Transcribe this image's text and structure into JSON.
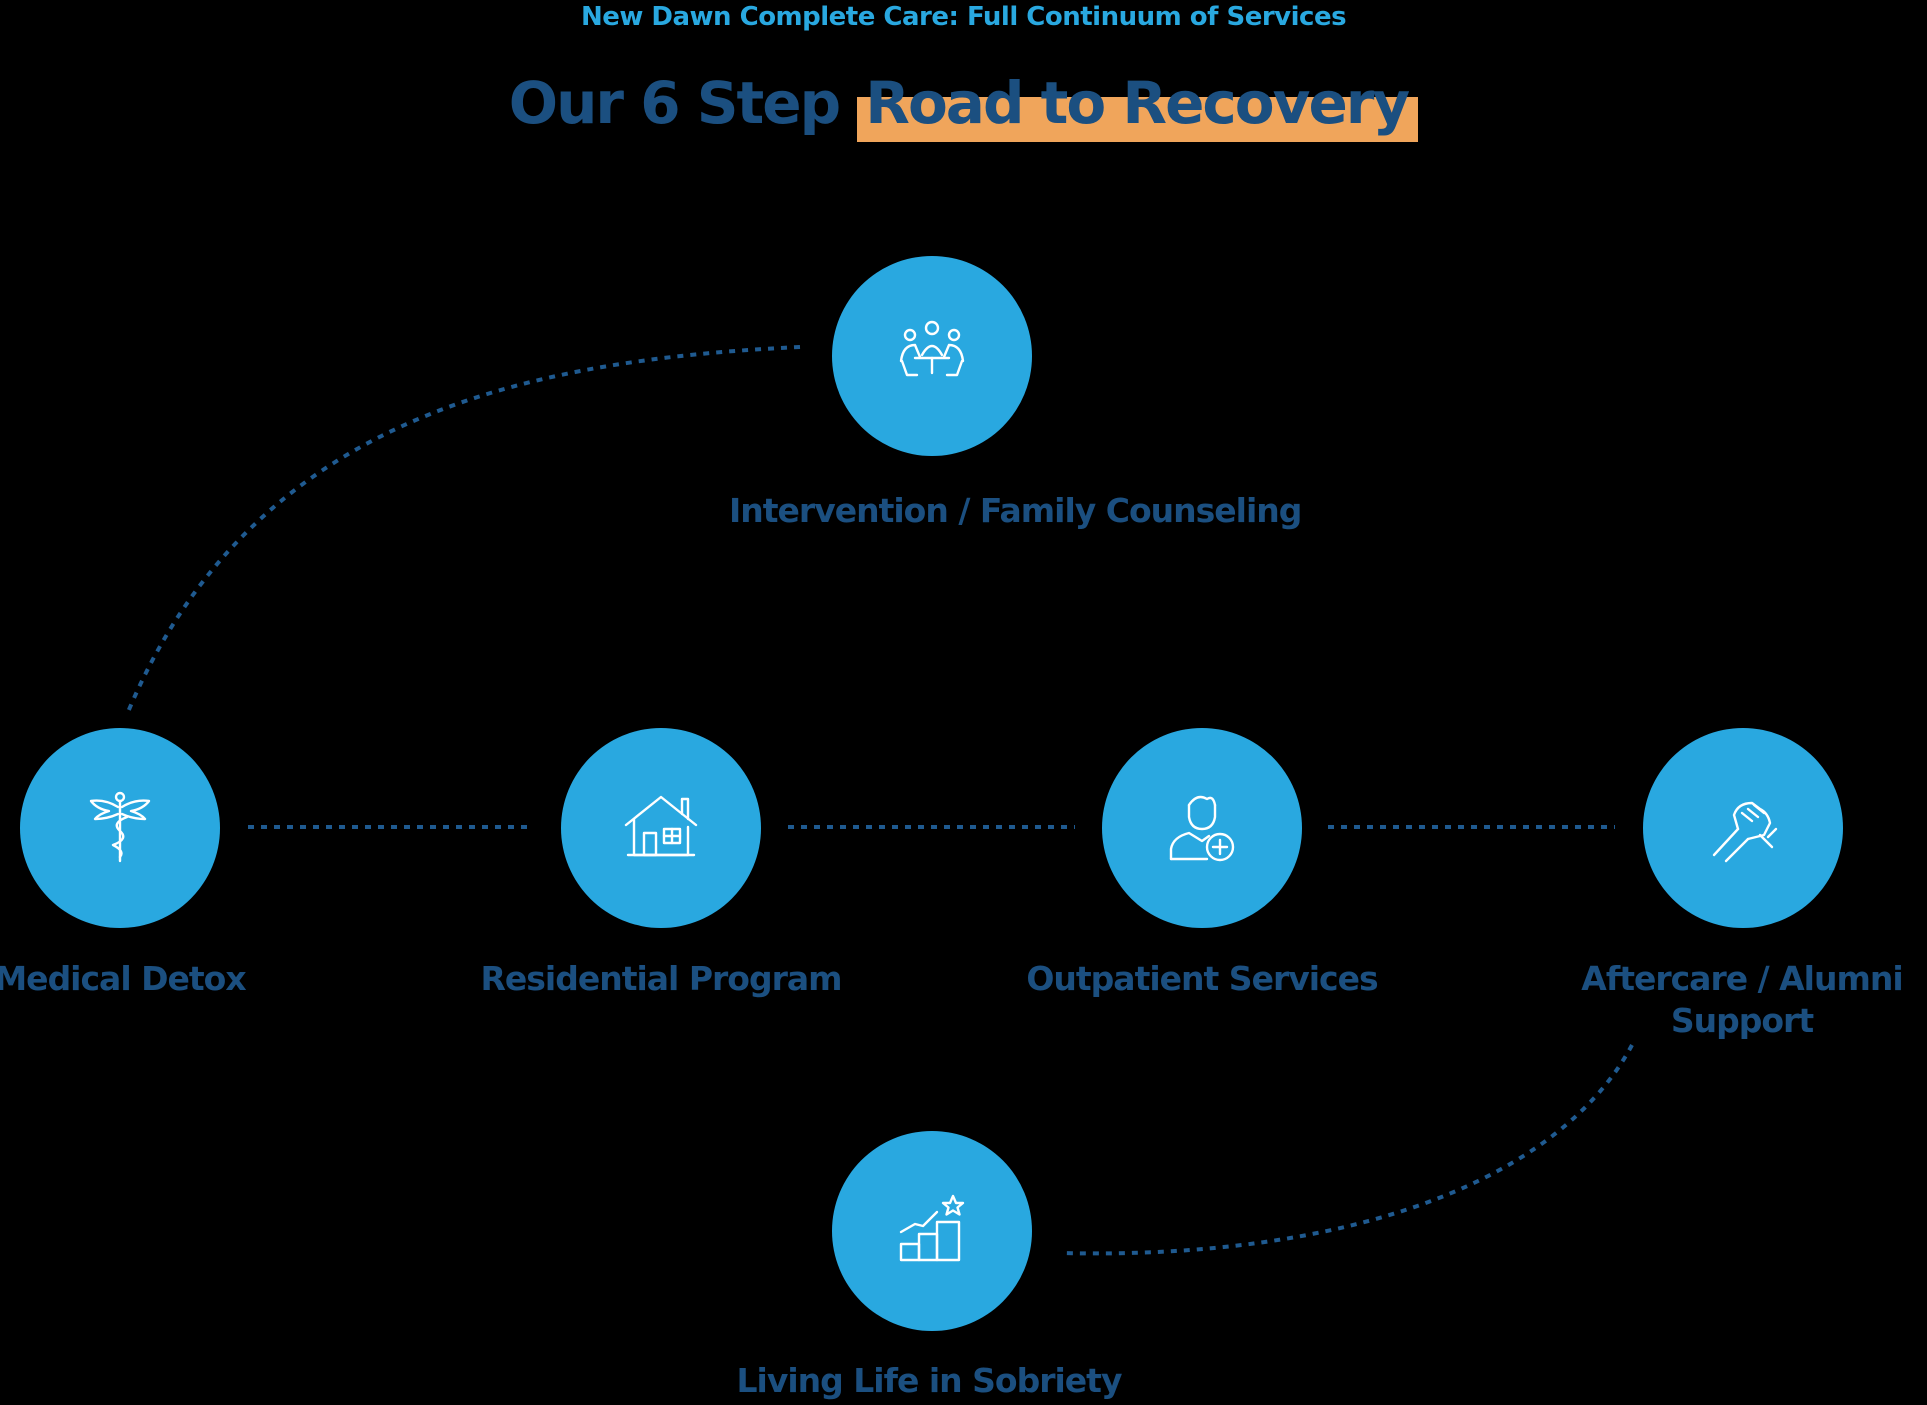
{
  "subtitle": "New Dawn Complete Care: Full Continuum of Services",
  "title": {
    "plain": "Our 6 Step ",
    "highlight": "Road to Recovery"
  },
  "steps": [
    {
      "label": "Intervention / Family Counseling",
      "icon": "family-meeting-icon"
    },
    {
      "label": "Medical Detox",
      "icon": "caduceus-icon"
    },
    {
      "label": "Residential  Program",
      "icon": "house-icon"
    },
    {
      "label": "Outpatient Services",
      "icon": "patient-plus-icon"
    },
    {
      "label": "Aftercare / Alumni",
      "label_line2": "Support",
      "icon": "handshake-icon"
    },
    {
      "label": "Living Life in Sobriety",
      "icon": "rising-steps-star-icon"
    }
  ],
  "colors": {
    "background": "#000000",
    "circle": "#29a8e0",
    "subtitle": "#29a8e0",
    "text": "#1b4f80",
    "highlight": "#f0a55b",
    "connector": "#1f5a90"
  }
}
